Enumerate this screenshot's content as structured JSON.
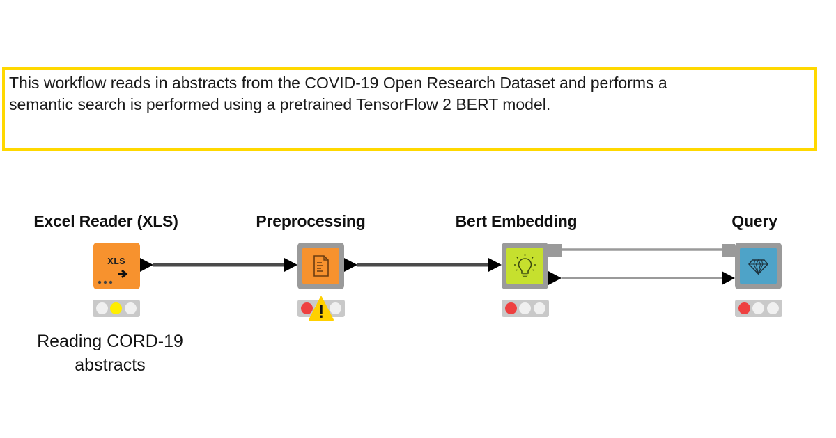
{
  "annotation": {
    "text": "This workflow reads in abstracts from the COVID-19 Open Research Dataset and performs a\nsemantic search is performed using a pretrained TensorFlow 2 BERT model.",
    "border_color": "#ffd800"
  },
  "nodes": [
    {
      "id": "excel-reader",
      "title": "Excel Reader (XLS)",
      "icon": "xls-file-reader-icon",
      "icon_text": "XLS",
      "color": "#f7922e",
      "status": "configured",
      "lamp_colors": [
        "#f0f0f0",
        "#ffee00",
        "#f0f0f0"
      ],
      "description": "Reading CORD-19\nabstracts"
    },
    {
      "id": "preprocessing",
      "title": "Preprocessing",
      "icon": "document-icon",
      "color": "#f7922e",
      "status": "not-configured-warning",
      "lamp_colors": [
        "#ee4040",
        "#f0f0f0",
        "#f0f0f0"
      ],
      "warning": true,
      "description": ""
    },
    {
      "id": "bert-embedding",
      "title": "Bert Embedding",
      "icon": "lightbulb-icon",
      "color": "#c6e02e",
      "status": "not-configured",
      "lamp_colors": [
        "#ee4040",
        "#f0f0f0",
        "#f0f0f0"
      ],
      "description": ""
    },
    {
      "id": "query",
      "title": "Query",
      "icon": "diamond-icon",
      "color": "#4ea3c8",
      "status": "not-configured",
      "lamp_colors": [
        "#ee4040",
        "#f0f0f0",
        "#f0f0f0"
      ],
      "description": ""
    }
  ],
  "connections": [
    {
      "from": "excel-reader",
      "to": "preprocessing",
      "type": "data",
      "color": "#4a4a4a"
    },
    {
      "from": "preprocessing",
      "to": "bert-embedding",
      "type": "data",
      "color": "#4a4a4a"
    },
    {
      "from": "bert-embedding",
      "to": "query",
      "type": "model",
      "color": "#9a9a9a"
    },
    {
      "from": "bert-embedding",
      "to": "query",
      "type": "data",
      "color": "#9a9a9a"
    }
  ]
}
